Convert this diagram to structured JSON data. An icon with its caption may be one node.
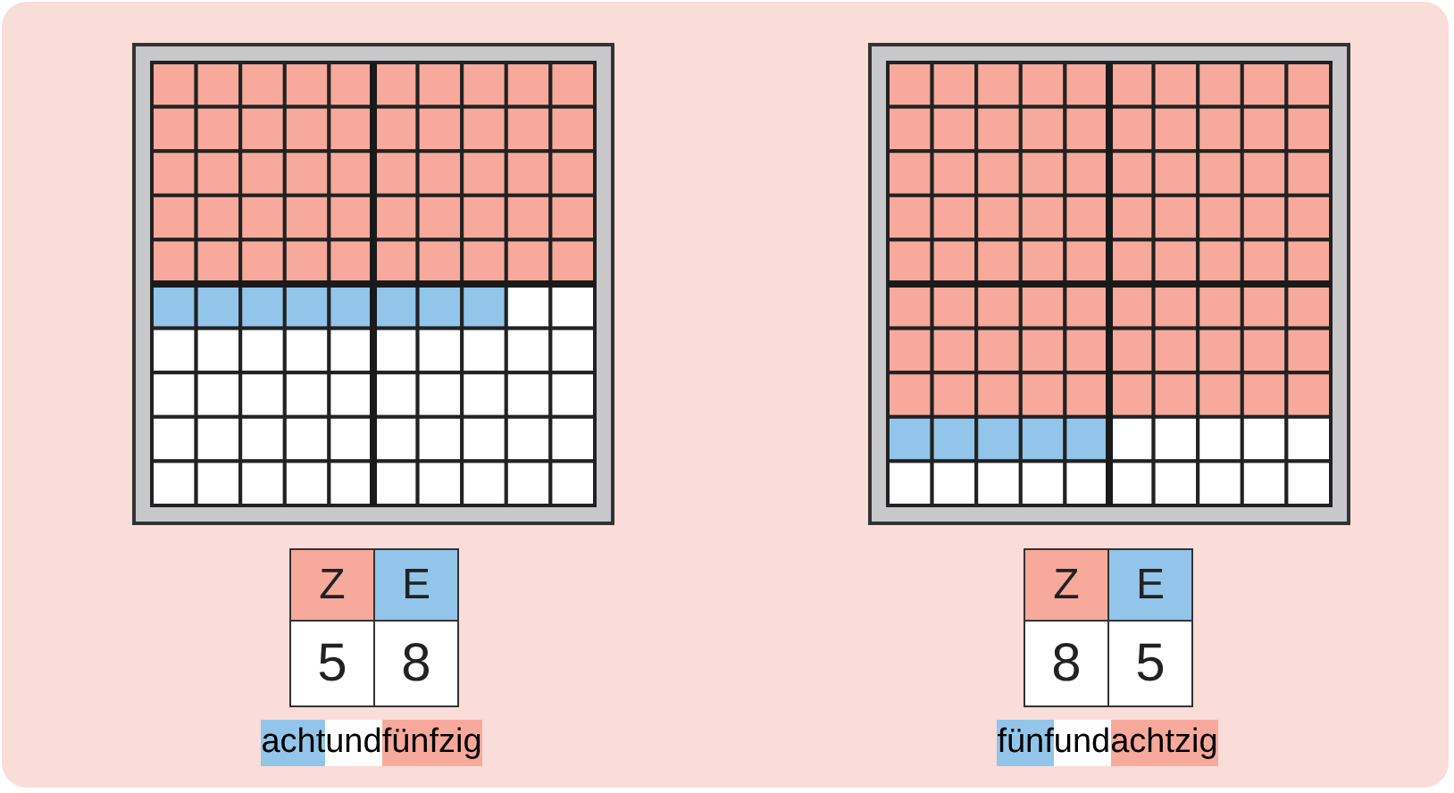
{
  "diagram": {
    "labels": [
      "Z",
      "E",
      "5",
      "8",
      "acht",
      "und",
      "fünfzig",
      "Z",
      "E",
      "8",
      "5",
      "fünf",
      "und",
      "achtzig"
    ]
  }
}
